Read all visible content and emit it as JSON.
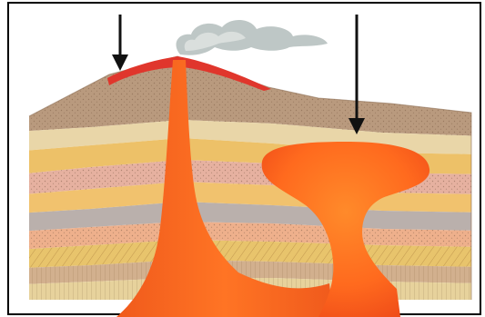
{
  "diagram": {
    "subject": "volcano-cross-section",
    "arrows": [
      {
        "id": "arrow-left",
        "points_to": "volcano-vent"
      },
      {
        "id": "arrow-right",
        "points_to": "magma-intrusion"
      }
    ],
    "colors": {
      "frame": "#000000",
      "background": "#ffffff",
      "magma_core": "#ff6a1e",
      "magma_edge": "#f04a18",
      "lava_crust": "#e0362c",
      "smoke": "#b8c2c0",
      "arrow": "#111111"
    },
    "layers": [
      {
        "name": "topsoil",
        "color": "#b99a7e"
      },
      {
        "name": "pale-band-1",
        "color": "#e9d6a8"
      },
      {
        "name": "yellow-band-1",
        "color": "#edc168"
      },
      {
        "name": "pink-band",
        "color": "#e6b1a0"
      },
      {
        "name": "yellow-band-2",
        "color": "#f1c26e"
      },
      {
        "name": "grey-band",
        "color": "#bab0ac"
      },
      {
        "name": "peach-band",
        "color": "#eeb08c"
      },
      {
        "name": "hatched-band",
        "color": "#e8c46c"
      },
      {
        "name": "tan-band",
        "color": "#d2b08e"
      },
      {
        "name": "bottom-band",
        "color": "#e7d29c"
      }
    ]
  }
}
